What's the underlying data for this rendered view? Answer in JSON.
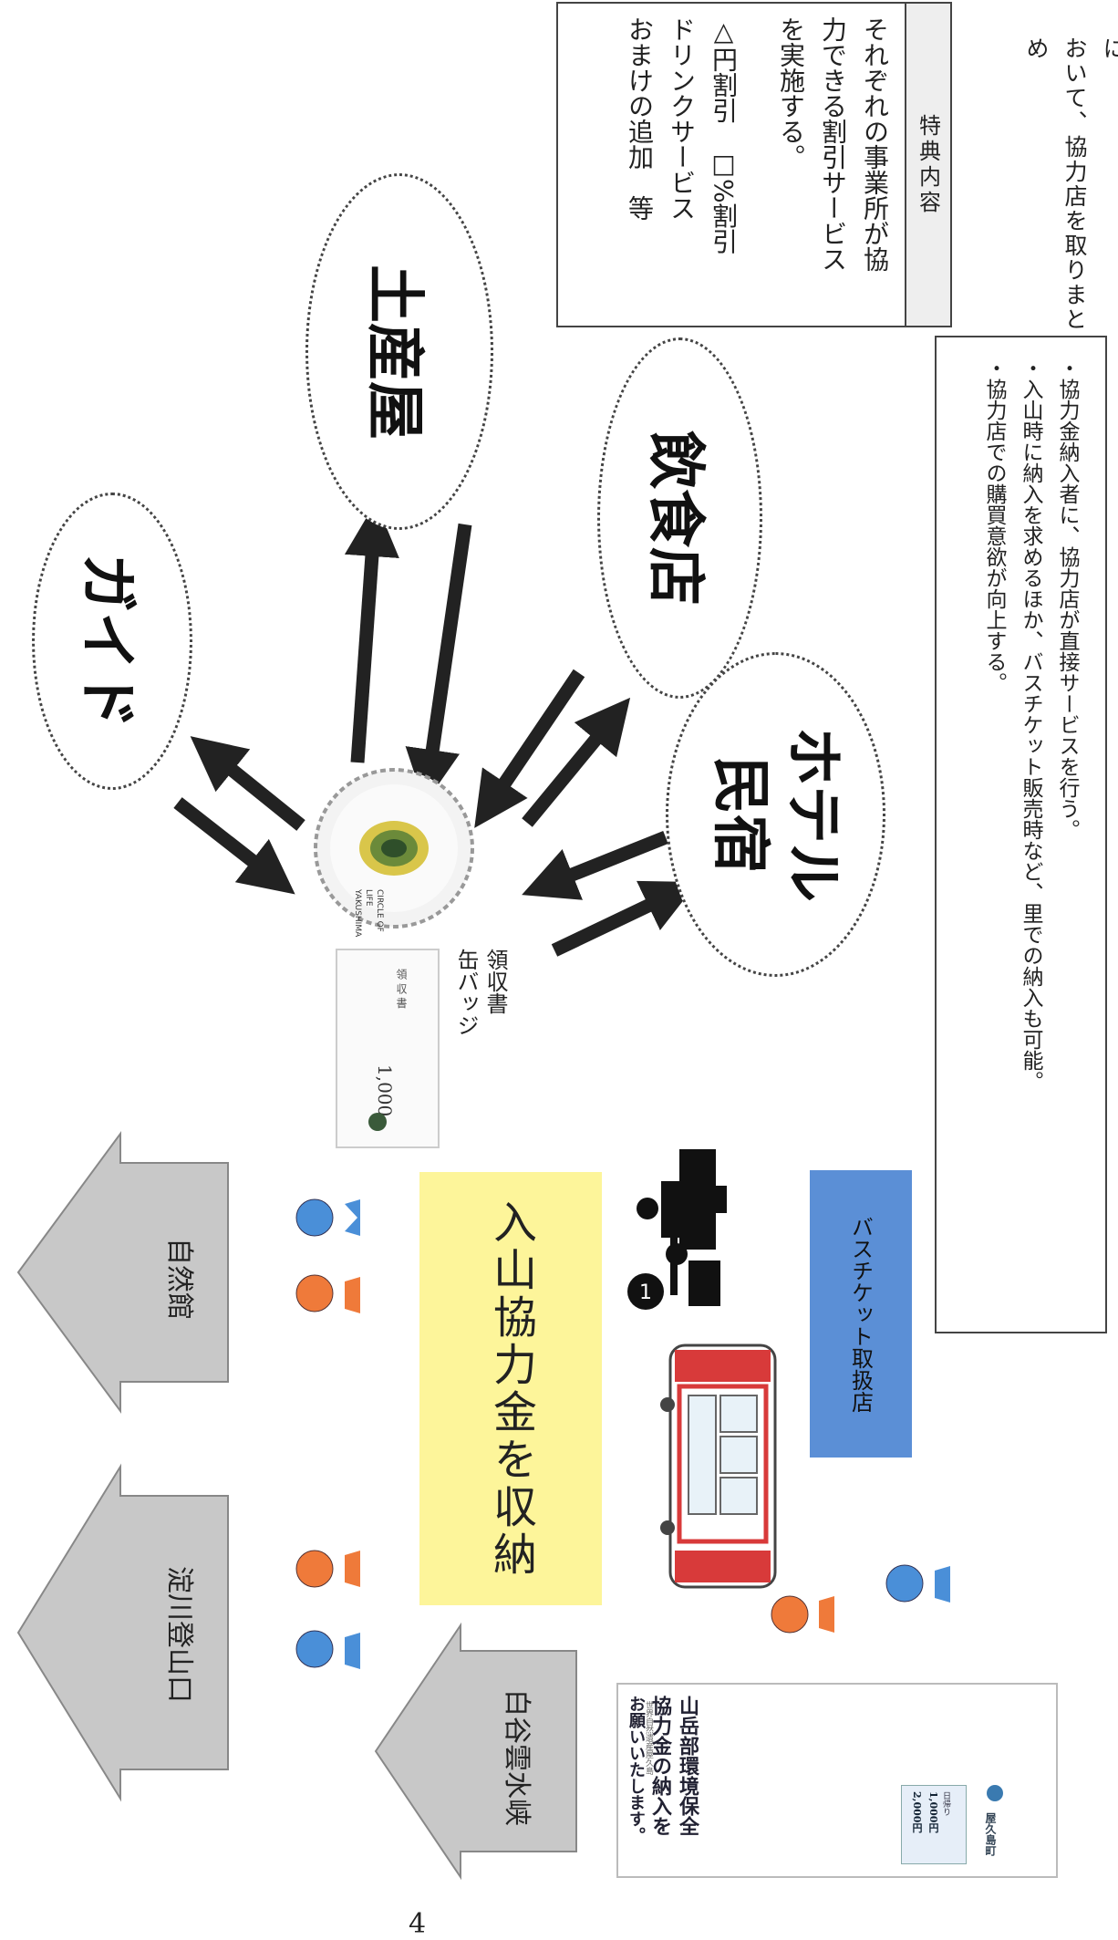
{
  "intro_note": [
    "・屋久島観光協会の各部会に",
    "おいて、協力店を取りまとめ"
  ],
  "business_types": {
    "guide": "ガイド",
    "souvenir": "土産屋",
    "restaurant": "飲食店",
    "hotel_line1": "ホテル",
    "hotel_line2": "民宿"
  },
  "benefits_box": {
    "title": "特典内容",
    "lines": [
      "それぞれの事業所が協",
      "力できる割引サービス",
      "を実施する。",
      "",
      "△円割引　□%割引",
      "ドリンクサービス",
      "おまけの追加　等"
    ]
  },
  "summary_box": {
    "lines": [
      "・協力金納入者に、協力店が直接サービスを行う。",
      "・入山時に納入を求めるほか、バスチケット販売時など、里での納入も可能。",
      "・協力店での購買意欲が向上する。"
    ]
  },
  "receipt_label": {
    "line1": "領収書",
    "line2": "缶バッジ"
  },
  "badge_text": {
    "line1": "CIRCLE OF LIFE",
    "line2": "YAKUSHIMA"
  },
  "receipt_text": {
    "title": "領 収 書",
    "amount": "1,000"
  },
  "trailheads": {
    "nature_center": "自然館",
    "yodogawa": "淀川登山口",
    "shiratani": "白谷雲水峡"
  },
  "collection_label": "入山協力金を収納",
  "bus_ticket_shop": "バスチケット取扱店",
  "shop_marker": "1",
  "poster": {
    "headline1": "山岳部環境保全",
    "headline2": "協力金の納入を",
    "headline3": "お願いいたします。",
    "small_top": "世界自然遺産屋久島",
    "price_label1": "日帰り",
    "price1": "1,000円",
    "price2": "2,000円",
    "footer": "屋久島町"
  },
  "page_number": "4",
  "colors": {
    "trailhead_arrow": "#c8c8c8",
    "collection_box": "#fdf59a",
    "bus_ticket_box": "#5b8fd6",
    "person_blue": "#4a8fd8",
    "person_orange": "#ef7a3a",
    "arrow": "#222222"
  }
}
